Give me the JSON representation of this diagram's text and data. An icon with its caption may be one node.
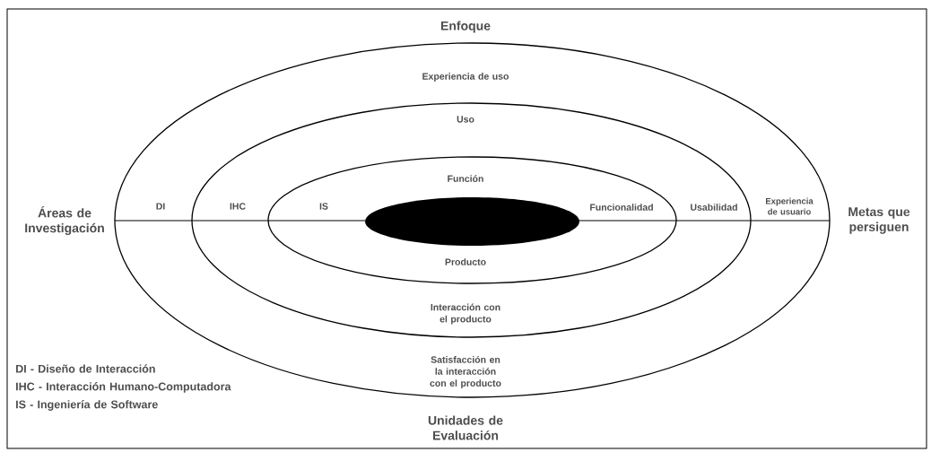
{
  "diagram": {
    "nodes": [
      {
        "text": [
          "Experiencia de uso",
          "DI",
          "Experiencia de usuario",
          "Satisfacción en la interacción con el producto"
        ]
      },
      {
        "text": [
          "Uso",
          "IHC",
          "Usabilidad",
          "Interacción con el producto"
        ],
        "in": 0
      },
      {
        "text": [
          "Función",
          "IS",
          "Funcionalidad",
          "Producto"
        ],
        "in": 1
      },
      {
        "text": [],
        "shape": "ellipse",
        "in": 2
      }
    ],
    "labels": [
      "Enfoque",
      "Áreas de Investigación",
      "Metas que persiguen",
      "DI - Diseño de Interacción",
      "IHC - Interacción Humano-Computadora",
      "IS  - Ingeniería de Software",
      "Unidades de Evaluación"
    ]
  }
}
